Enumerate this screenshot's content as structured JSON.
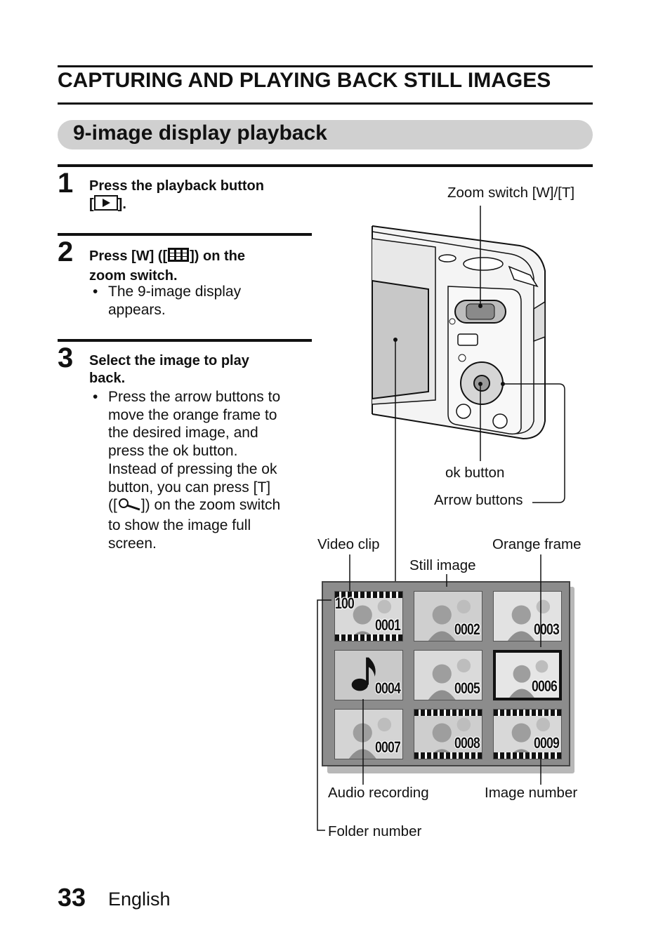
{
  "chapter_title": "CAPTURING AND PLAYING BACK STILL IMAGES",
  "section_title": "9-image display playback",
  "steps": [
    {
      "number": "1",
      "heading_text": "Press the playback button",
      "heading_line2_pre": "[",
      "heading_line2_icon": "play-icon",
      "heading_line2_post": "].",
      "bullets": []
    },
    {
      "number": "2",
      "heading_pre": "Press [W] ([",
      "heading_icon": "grid-icon",
      "heading_post": "]) on the",
      "heading_line2": "zoom switch.",
      "bullets": [
        {
          "lines": [
            "The 9-image display",
            "appears."
          ]
        }
      ]
    },
    {
      "number": "3",
      "heading_line1": "Select the image to play",
      "heading_line2": "back.",
      "bullets": [
        {
          "lines": [
            "Press the arrow buttons to",
            "move the orange frame to",
            "the desired image, and",
            "press the ok button.",
            "Instead of pressing the ok",
            "button, you can press [T]"
          ],
          "line7_pre": "([",
          "line7_icon": "magnify-icon",
          "line7_post": "]) on the zoom switch",
          "lines_after": [
            "to show the image full",
            "screen."
          ]
        }
      ]
    }
  ],
  "camera_labels": {
    "zoom_switch": "Zoom switch [W]/[T]",
    "ok_button": "ok button",
    "arrow_buttons": "Arrow buttons"
  },
  "grid_labels": {
    "video_clip": "Video clip",
    "still_image": "Still image",
    "orange_frame": "Orange frame",
    "audio_recording": "Audio recording",
    "image_number": "Image number",
    "folder_number": "Folder number"
  },
  "thumbnails": [
    {
      "number": "0001",
      "kind": "video",
      "folder": "100"
    },
    {
      "number": "0002",
      "kind": "still"
    },
    {
      "number": "0003",
      "kind": "still"
    },
    {
      "number": "0004",
      "kind": "audio"
    },
    {
      "number": "0005",
      "kind": "still"
    },
    {
      "number": "0006",
      "kind": "still",
      "selected": true
    },
    {
      "number": "0007",
      "kind": "still"
    },
    {
      "number": "0008",
      "kind": "video"
    },
    {
      "number": "0009",
      "kind": "video"
    }
  ],
  "footer": {
    "page_number": "33",
    "language": "English"
  }
}
